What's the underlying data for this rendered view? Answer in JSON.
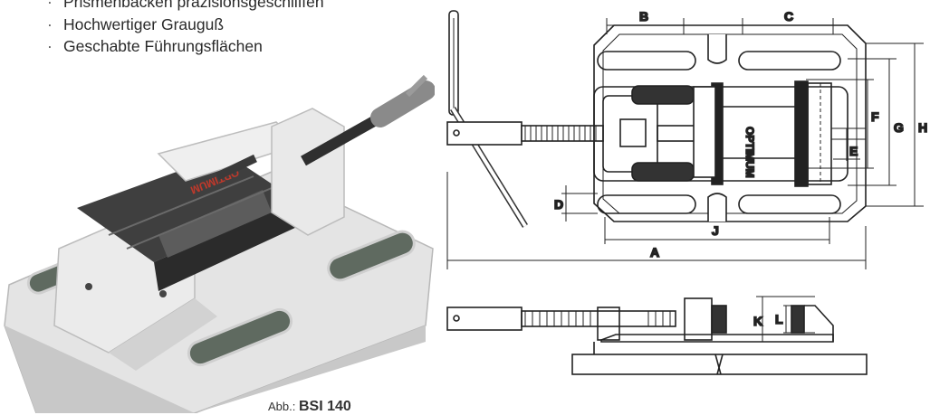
{
  "features": [
    "Prismenbacken präzisionsgeschliffen",
    "Hochwertiger Grauguß",
    "Geschabte Führungsflächen"
  ],
  "bullet": "·",
  "caption": {
    "prefix": "Abb.:",
    "model": "BSI 140"
  },
  "brand": "OPTIMUM",
  "dimension_labels": {
    "A": "A",
    "B": "B",
    "C": "C",
    "D": "D",
    "E": "E",
    "F": "F",
    "G": "G",
    "H": "H",
    "J": "J",
    "K": "K",
    "L": "L"
  }
}
